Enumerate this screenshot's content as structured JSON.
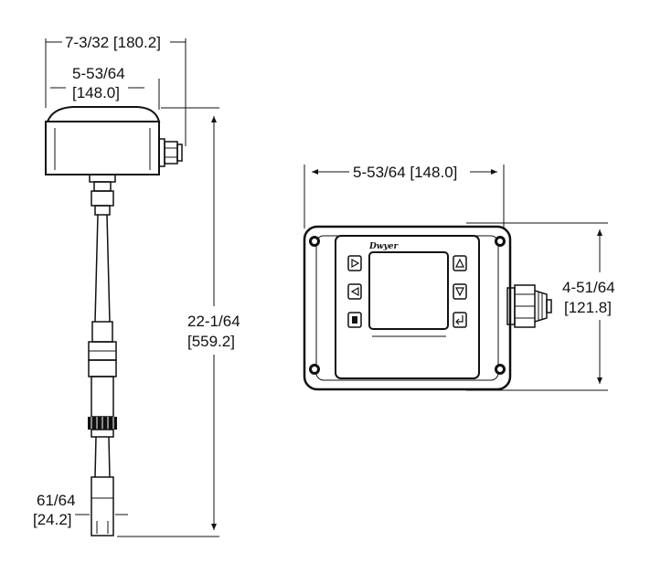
{
  "side_view": {
    "overall_width": "7-3/32 [180.2]",
    "housing_width_fraction": "5-53/64",
    "housing_width_mm": "[148.0]",
    "overall_length_fraction": "22-1/64",
    "overall_length_mm": "[559.2]",
    "probe_tip_fraction": "61/64",
    "probe_tip_mm": "[24.2]"
  },
  "front_view": {
    "width": "5-53/64 [148.0]",
    "height_fraction": "4-51/64",
    "height_mm": "[121.8]",
    "logo": "Dwyer"
  },
  "colors": {
    "line": "#111111",
    "housing_fill": "#ffffff",
    "key_fill": "#ffffff"
  },
  "icons": [
    "right-arrow-key",
    "left-arrow-key",
    "menu-key",
    "up-arrow-key",
    "down-arrow-key",
    "enter-key"
  ]
}
